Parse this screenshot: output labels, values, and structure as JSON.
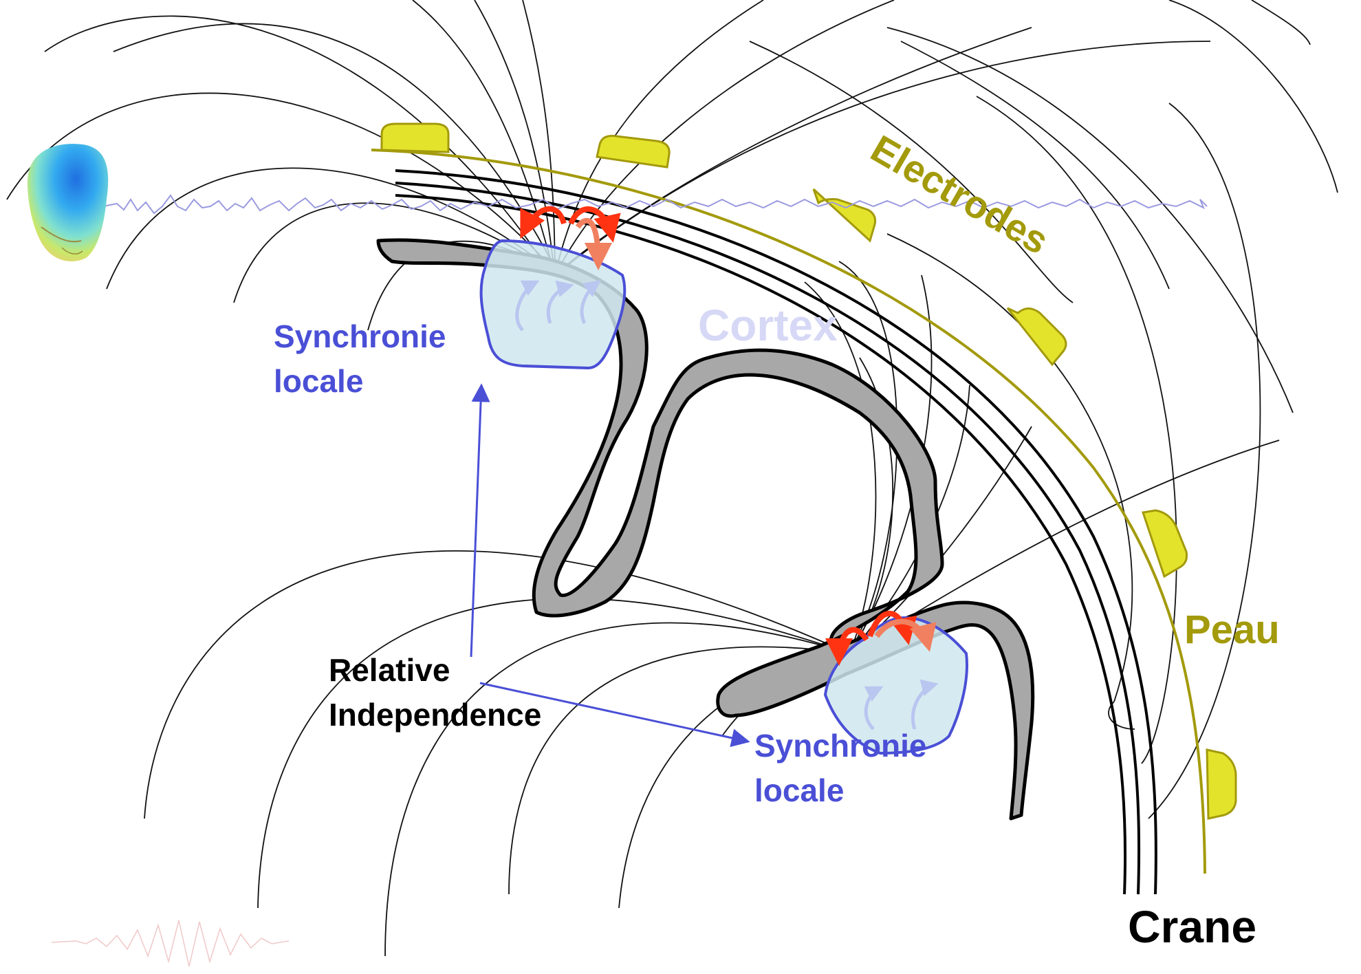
{
  "labels": {
    "electrodes": "Electrodes",
    "peau": "Peau",
    "crane": "Crane",
    "cortex": "Cortex",
    "synchronie_1_line1": "Synchronie",
    "synchronie_1_line2": "locale",
    "synchronie_2_line1": "Synchronie",
    "synchronie_2_line2": "locale",
    "independence_line1": "Relative",
    "independence_line2": "Independence"
  },
  "colors": {
    "synchrony_blue": "#4a4fd6",
    "electrode_fill": "#e4e32c",
    "skin_olive": "#a39a0c",
    "cortex_gray": "#a8a8a8",
    "current_red": "#ff3311",
    "eeg_trace": "#9a9ae0",
    "cortex_faint": "#d6d8f6"
  },
  "icons": {
    "head_map": "scalp-eeg-head-icon"
  }
}
